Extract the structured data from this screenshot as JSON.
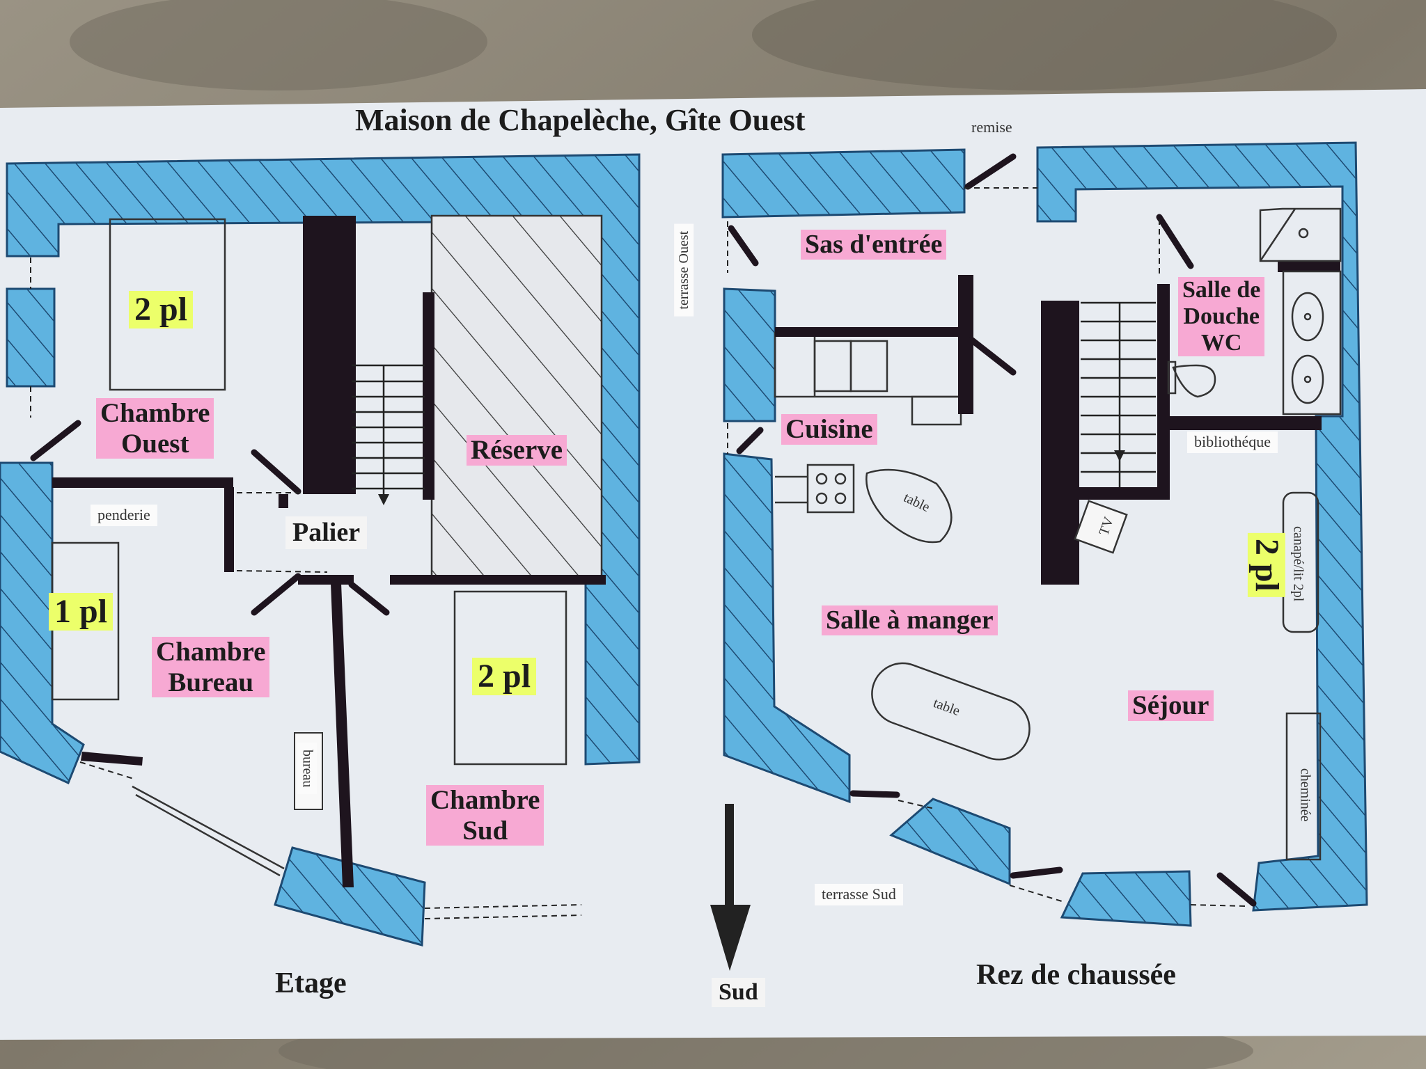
{
  "title": "Maison de Chapelèche, Gîte Ouest",
  "colors": {
    "wall_blue": "#5fb3e0",
    "wall_black": "#1e141e",
    "paper": "#e8ecf1",
    "highlight_pink": "#f7a9d3",
    "highlight_green": "#ecff6a"
  },
  "floors": {
    "upper": {
      "name": "Etage",
      "rooms": {
        "chambre_ouest": "Chambre\nOuest",
        "chambre_bureau": "Chambre\nBureau",
        "chambre_sud": "Chambre\nSud",
        "reserve": "Réserve",
        "palier": "Palier"
      },
      "beds": {
        "ouest": "2 pl",
        "bureau": "1 pl",
        "sud": "2 pl"
      },
      "fixtures": {
        "penderie": "penderie",
        "bureau": "bureau"
      }
    },
    "ground": {
      "name": "Rez de chaussée",
      "rooms": {
        "sas": "Sas d'entrée",
        "cuisine": "Cuisine",
        "salle_a_manger": "Salle à manger",
        "sejour": "Séjour",
        "salle_douche": "Salle de\nDouche\nWC"
      },
      "beds": {
        "sejour": "2 pl"
      },
      "fixtures": {
        "remise": "remise",
        "terrasse_ouest": "terrasse Ouest",
        "terrasse_sud": "terrasse Sud",
        "bibliotheque": "bibliothéque",
        "canape": "canapé/lit 2pl",
        "cheminee": "cheminée",
        "table_cuisine": "table",
        "table_salle": "table",
        "tv": "TV"
      }
    }
  },
  "compass": {
    "label": "Sud"
  }
}
